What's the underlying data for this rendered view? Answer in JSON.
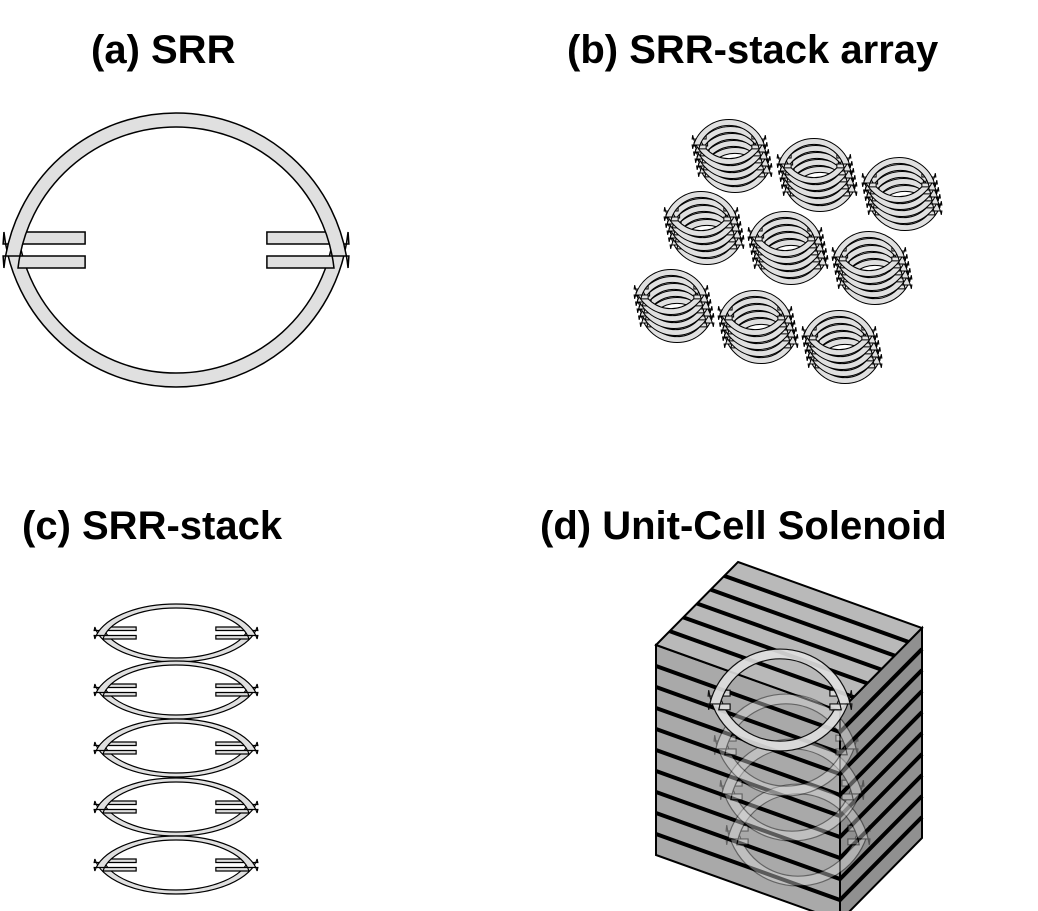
{
  "panels": {
    "a": {
      "title": "(a) SRR",
      "shape": "split-ring-resonator"
    },
    "b": {
      "title": "(b) SRR-stack array",
      "shape": "array-of-srr-stacks"
    },
    "c": {
      "title": "(c) SRR-stack",
      "shape": "stack-of-split-rings"
    },
    "d": {
      "title": "(d) Unit-Cell Solenoid",
      "shape": "solenoid-unit-cell-with-srr-stack"
    }
  },
  "colors": {
    "ring_fill": "#e0e0e0",
    "outline": "#000000",
    "box_fill": "#8c8c8c",
    "background": "#ffffff"
  }
}
